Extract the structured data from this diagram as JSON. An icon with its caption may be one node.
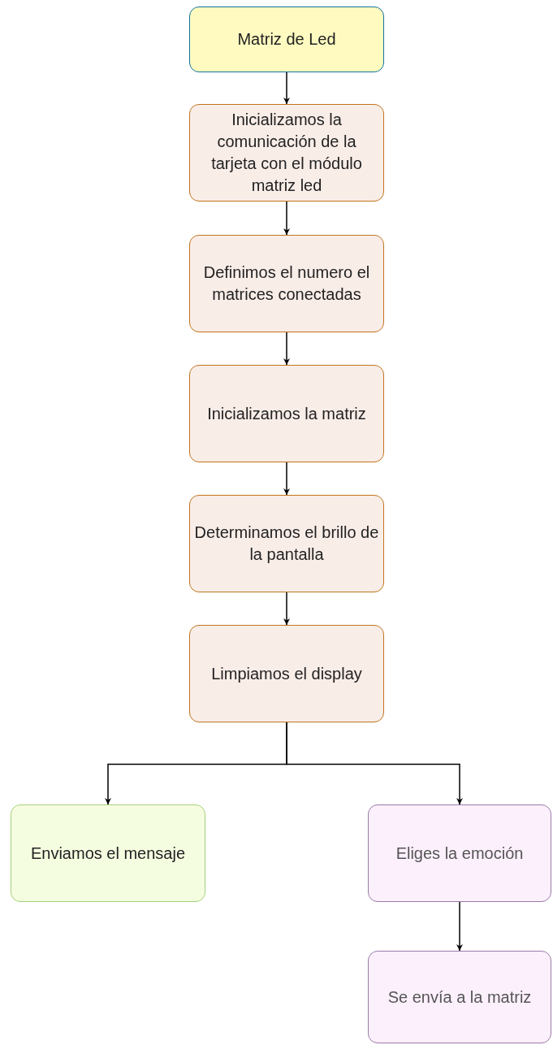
{
  "diagram": {
    "nodes": [
      {
        "text": [
          "Matriz de Led"
        ]
      },
      {
        "text": [
          "Inicializamos la comunicación de la tarjeta con el módulo matriz led"
        ]
      },
      {
        "text": [
          "Definimos el numero el matrices conectadas"
        ]
      },
      {
        "text": [
          "Inicializamos la matriz"
        ]
      },
      {
        "text": [
          "Determinamos el brillo de la pantalla"
        ]
      },
      {
        "text": [
          "Limpiamos el display"
        ]
      },
      {
        "text": [
          "Enviamos el mensaje"
        ]
      },
      {
        "text": [
          "Eliges la emoción"
        ]
      },
      {
        "text": [
          "Se envía a la matriz"
        ]
      }
    ],
    "edges": [
      {
        "from": 0,
        "to": 1,
        "arrow": "to"
      },
      {
        "from": 1,
        "to": 2,
        "arrow": "to"
      },
      {
        "from": 2,
        "to": 3,
        "arrow": "to"
      },
      {
        "from": 3,
        "to": 4,
        "arrow": "to"
      },
      {
        "from": 4,
        "to": 5,
        "arrow": "to"
      },
      {
        "from": 5,
        "to": 6,
        "arrow": "to"
      },
      {
        "from": 5,
        "to": 7,
        "arrow": "to"
      },
      {
        "from": 7,
        "to": 8,
        "arrow": "to"
      }
    ]
  }
}
